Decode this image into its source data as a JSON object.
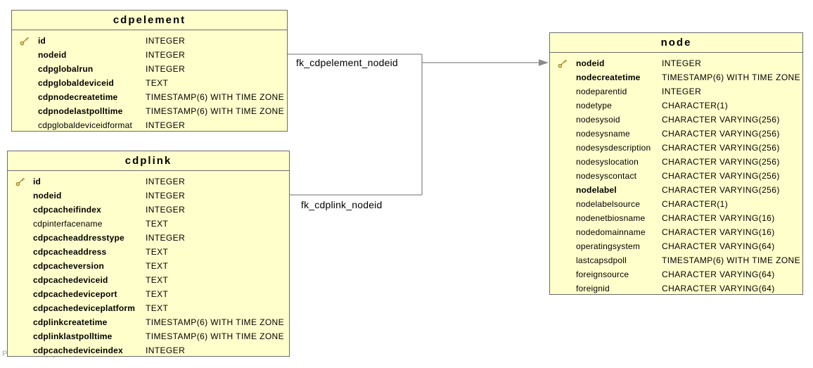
{
  "diagram": {
    "watermark": "Powered by yFiles",
    "colors": {
      "table_fill": "#ffffcc",
      "table_border": "#6b6b6b",
      "edge": "#8a8a8a",
      "key_icon": "#a5852f",
      "text": "#000000"
    }
  },
  "tables": [
    {
      "id": "cdpelement",
      "title": "cdpelement",
      "rows": [
        {
          "name": "id",
          "type": "INTEGER",
          "key": true,
          "bold": true
        },
        {
          "name": "nodeid",
          "type": "INTEGER",
          "key": false,
          "bold": true
        },
        {
          "name": "cdpglobalrun",
          "type": "INTEGER",
          "key": false,
          "bold": true
        },
        {
          "name": "cdpglobaldeviceid",
          "type": "TEXT",
          "key": false,
          "bold": true
        },
        {
          "name": "cdpnodecreatetime",
          "type": "TIMESTAMP(6) WITH TIME ZONE",
          "key": false,
          "bold": true
        },
        {
          "name": "cdpnodelastpolltime",
          "type": "TIMESTAMP(6) WITH TIME ZONE",
          "key": false,
          "bold": true
        },
        {
          "name": "cdpglobaldeviceidformat",
          "type": "INTEGER",
          "key": false,
          "bold": false
        }
      ]
    },
    {
      "id": "cdplink",
      "title": "cdplink",
      "rows": [
        {
          "name": "id",
          "type": "INTEGER",
          "key": true,
          "bold": true
        },
        {
          "name": "nodeid",
          "type": "INTEGER",
          "key": false,
          "bold": true
        },
        {
          "name": "cdpcacheifindex",
          "type": "INTEGER",
          "key": false,
          "bold": true
        },
        {
          "name": "cdpinterfacename",
          "type": "TEXT",
          "key": false,
          "bold": false
        },
        {
          "name": "cdpcacheaddresstype",
          "type": "INTEGER",
          "key": false,
          "bold": true
        },
        {
          "name": "cdpcacheaddress",
          "type": "TEXT",
          "key": false,
          "bold": true
        },
        {
          "name": "cdpcacheversion",
          "type": "TEXT",
          "key": false,
          "bold": true
        },
        {
          "name": "cdpcachedeviceid",
          "type": "TEXT",
          "key": false,
          "bold": true
        },
        {
          "name": "cdpcachedeviceport",
          "type": "TEXT",
          "key": false,
          "bold": true
        },
        {
          "name": "cdpcachedeviceplatform",
          "type": "TEXT",
          "key": false,
          "bold": true
        },
        {
          "name": "cdplinkcreatetime",
          "type": "TIMESTAMP(6) WITH TIME ZONE",
          "key": false,
          "bold": true
        },
        {
          "name": "cdplinklastpolltime",
          "type": "TIMESTAMP(6) WITH TIME ZONE",
          "key": false,
          "bold": true
        },
        {
          "name": "cdpcachedeviceindex",
          "type": "INTEGER",
          "key": false,
          "bold": true
        }
      ]
    },
    {
      "id": "node",
      "title": "node",
      "rows": [
        {
          "name": "nodeid",
          "type": "INTEGER",
          "key": true,
          "bold": true
        },
        {
          "name": "nodecreatetime",
          "type": "TIMESTAMP(6) WITH TIME ZONE",
          "key": false,
          "bold": true
        },
        {
          "name": "nodeparentid",
          "type": "INTEGER",
          "key": false,
          "bold": false
        },
        {
          "name": "nodetype",
          "type": "CHARACTER(1)",
          "key": false,
          "bold": false
        },
        {
          "name": "nodesysoid",
          "type": "CHARACTER VARYING(256)",
          "key": false,
          "bold": false
        },
        {
          "name": "nodesysname",
          "type": "CHARACTER VARYING(256)",
          "key": false,
          "bold": false
        },
        {
          "name": "nodesysdescription",
          "type": "CHARACTER VARYING(256)",
          "key": false,
          "bold": false
        },
        {
          "name": "nodesyslocation",
          "type": "CHARACTER VARYING(256)",
          "key": false,
          "bold": false
        },
        {
          "name": "nodesyscontact",
          "type": "CHARACTER VARYING(256)",
          "key": false,
          "bold": false
        },
        {
          "name": "nodelabel",
          "type": "CHARACTER VARYING(256)",
          "key": false,
          "bold": true
        },
        {
          "name": "nodelabelsource",
          "type": "CHARACTER(1)",
          "key": false,
          "bold": false
        },
        {
          "name": "nodenetbiosname",
          "type": "CHARACTER VARYING(16)",
          "key": false,
          "bold": false
        },
        {
          "name": "nodedomainname",
          "type": "CHARACTER VARYING(16)",
          "key": false,
          "bold": false
        },
        {
          "name": "operatingsystem",
          "type": "CHARACTER VARYING(64)",
          "key": false,
          "bold": false
        },
        {
          "name": "lastcapsdpoll",
          "type": "TIMESTAMP(6) WITH TIME ZONE",
          "key": false,
          "bold": false
        },
        {
          "name": "foreignsource",
          "type": "CHARACTER VARYING(64)",
          "key": false,
          "bold": false
        },
        {
          "name": "foreignid",
          "type": "CHARACTER VARYING(64)",
          "key": false,
          "bold": false
        }
      ]
    }
  ],
  "relationships": [
    {
      "label": "fk_cdpelement_nodeid",
      "from_table": "cdpelement",
      "from_column": "nodeid",
      "to_table": "node",
      "to_column": "nodeid"
    },
    {
      "label": "fk_cdplink_nodeid",
      "from_table": "cdplink",
      "from_column": "nodeid",
      "to_table": "node",
      "to_column": "nodeid"
    }
  ]
}
